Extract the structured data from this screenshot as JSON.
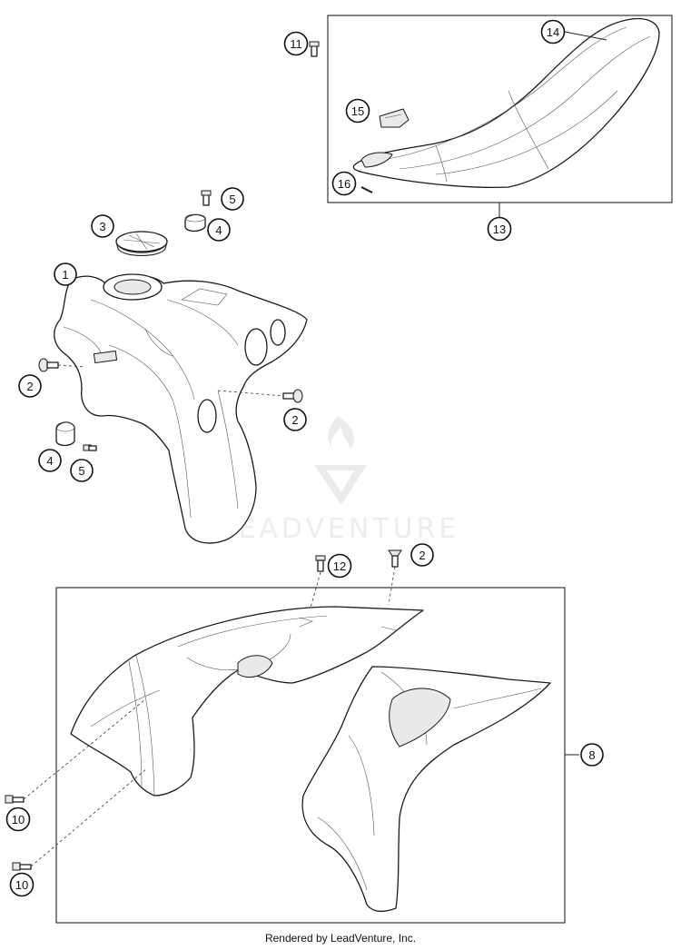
{
  "callouts": [
    {
      "id": "c1",
      "label": "1"
    },
    {
      "id": "c2a",
      "label": "2"
    },
    {
      "id": "c2b",
      "label": "2"
    },
    {
      "id": "c2c",
      "label": "2"
    },
    {
      "id": "c3",
      "label": "3"
    },
    {
      "id": "c4a",
      "label": "4"
    },
    {
      "id": "c4b",
      "label": "4"
    },
    {
      "id": "c5a",
      "label": "5"
    },
    {
      "id": "c5b",
      "label": "5"
    },
    {
      "id": "c8",
      "label": "8"
    },
    {
      "id": "c10a",
      "label": "10"
    },
    {
      "id": "c10b",
      "label": "10"
    },
    {
      "id": "c11",
      "label": "11"
    },
    {
      "id": "c12",
      "label": "12"
    },
    {
      "id": "c13",
      "label": "13"
    },
    {
      "id": "c14",
      "label": "14"
    },
    {
      "id": "c15",
      "label": "15"
    },
    {
      "id": "c16",
      "label": "16"
    }
  ],
  "watermark": {
    "text": "LEADVENTURE"
  },
  "footer": {
    "text": "Rendered by LeadVenture, Inc."
  }
}
